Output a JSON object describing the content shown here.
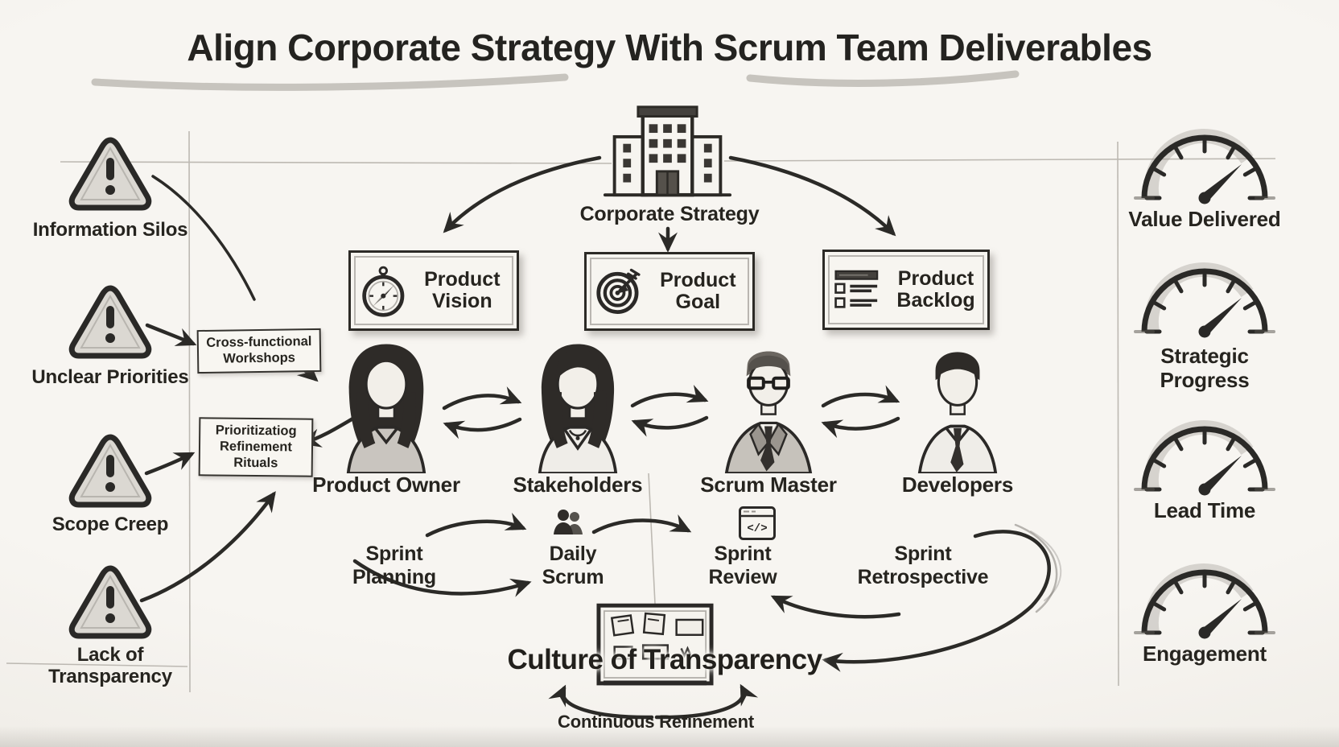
{
  "title": {
    "text": "Align Corporate Strategy With Scrum Team Deliverables"
  },
  "pain_points": [
    {
      "label": "Information Silos",
      "icon": "warning-triangle-icon"
    },
    {
      "label": "Unclear Priorities",
      "icon": "warning-triangle-icon"
    },
    {
      "label": "Scope Creep",
      "icon": "warning-triangle-icon"
    },
    {
      "label": "Lack of Transparency",
      "icon": "warning-triangle-icon"
    }
  ],
  "interventions": [
    {
      "lines": [
        "Cross-functional",
        "Workshops"
      ]
    },
    {
      "lines": [
        "Prioritizatiog",
        "Refinement",
        "Rituals"
      ]
    }
  ],
  "strategy": {
    "label": "Corporate Strategy",
    "icon": "office-building-icon"
  },
  "artifacts": [
    {
      "label": "Product Vision",
      "icon": "compass-icon"
    },
    {
      "label": "Product Goal",
      "icon": "target-dart-icon"
    },
    {
      "label": "Product Backlog",
      "icon": "checklist-icon"
    }
  ],
  "roles": [
    {
      "label": "Product Owner",
      "icon": "woman-bust-icon"
    },
    {
      "label": "Stakeholders",
      "icon": "woman-bust-icon"
    },
    {
      "label": "Scrum Master",
      "icon": "man-glasses-bust-icon"
    },
    {
      "label": "Developers",
      "icon": "man-tie-bust-icon"
    }
  ],
  "events": [
    {
      "label": "Sprint Planning"
    },
    {
      "label": "Daily Scrum",
      "icon": "team-icon"
    },
    {
      "label": "Sprint Review",
      "icon": "code-window-icon",
      "icon_glyph": "</>"
    },
    {
      "label": "Sprint Retrospective"
    }
  ],
  "culture": {
    "label": "Culture of Transparency",
    "icon": "sticky-note-board-icon"
  },
  "loop": {
    "label": "Continuous Refinement"
  },
  "metrics": [
    {
      "label": "Value Delivered",
      "icon": "gauge-icon"
    },
    {
      "label": "Strategic Progress",
      "icon": "gauge-icon"
    },
    {
      "label": "Lead Time",
      "icon": "gauge-icon"
    },
    {
      "label": "Engagement",
      "icon": "gauge-icon"
    }
  ],
  "colors": {
    "ink": "#2b2a27",
    "pencil": "#b3afa8",
    "paper": "#f4f2ed"
  }
}
